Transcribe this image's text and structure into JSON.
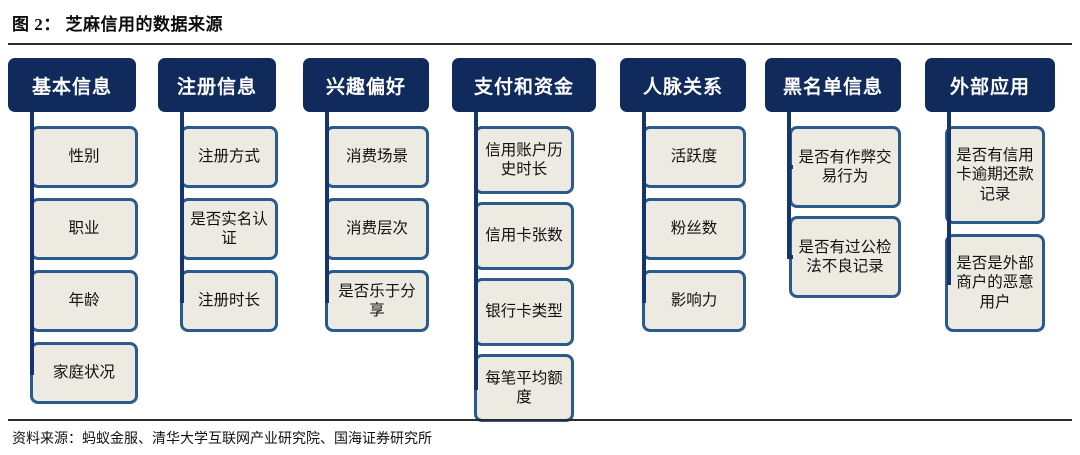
{
  "figure": {
    "title": "图 2： 芝麻信用的数据来源",
    "source": "资料来源：蚂蚁金服、清华大学互联网产业研究院、国海证券研究所",
    "colors": {
      "header_fill": "#102A5C",
      "header_text": "#FFFFFF",
      "child_fill": "#EDEAE2",
      "child_border": "#2B5B8C",
      "connector": "#16356B",
      "rule": "#2B2B2B"
    }
  },
  "columns": [
    {
      "header": "基本信息",
      "items": [
        "性别",
        "职业",
        "年龄",
        "家庭状况"
      ]
    },
    {
      "header": "注册信息",
      "items": [
        "注册方式",
        "是否实名认证",
        "注册时长"
      ]
    },
    {
      "header": "兴趣偏好",
      "items": [
        "消费场景",
        "消费层次",
        "是否乐于分享"
      ]
    },
    {
      "header": "支付和资金",
      "items": [
        "信用账户历史时长",
        "信用卡张数",
        "银行卡类型",
        "每笔平均额度"
      ]
    },
    {
      "header": "人脉关系",
      "items": [
        "活跃度",
        "粉丝数",
        "影响力"
      ]
    },
    {
      "header": "黑名单信息",
      "items": [
        "是否有作弊交易行为",
        "是否有过公检法不良记录"
      ]
    },
    {
      "header": "外部应用",
      "items": [
        "是否有信用卡逾期还款记录",
        "是否是外部商户的恶意用户"
      ]
    }
  ]
}
